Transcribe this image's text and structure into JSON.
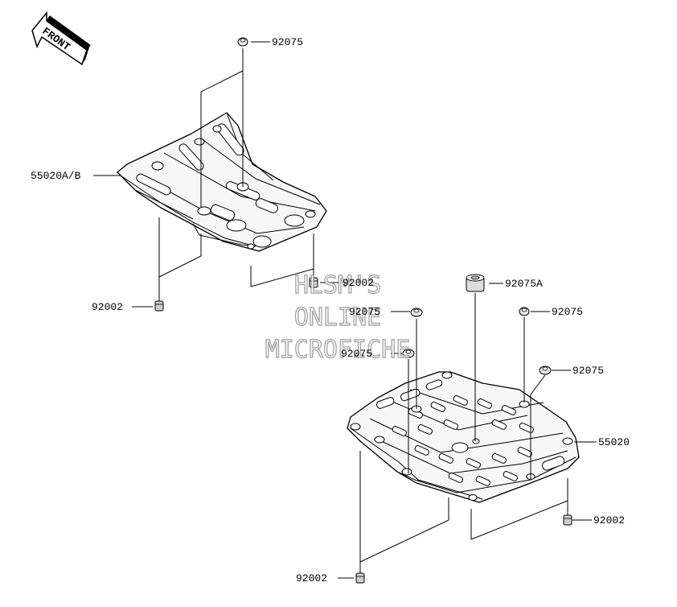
{
  "badge": {
    "front_text": "FRONT"
  },
  "watermark": {
    "line1": "HLSM'S",
    "line2": "ONLINE",
    "line3": "MICROFICHE"
  },
  "labels": {
    "nut_top": "92075",
    "skid_plate_front": "55020A/B",
    "bolt_left": "92002",
    "bolt_mid": "92002",
    "spacer": "92075A",
    "nut_rear_a": "92075",
    "nut_rear_b": "92075",
    "nut_rear_c": "92075",
    "nut_rear_d": "92075",
    "skid_plate_rear": "55020",
    "bolt_rear_right": "92002",
    "bolt_rear_bottom": "92002"
  }
}
